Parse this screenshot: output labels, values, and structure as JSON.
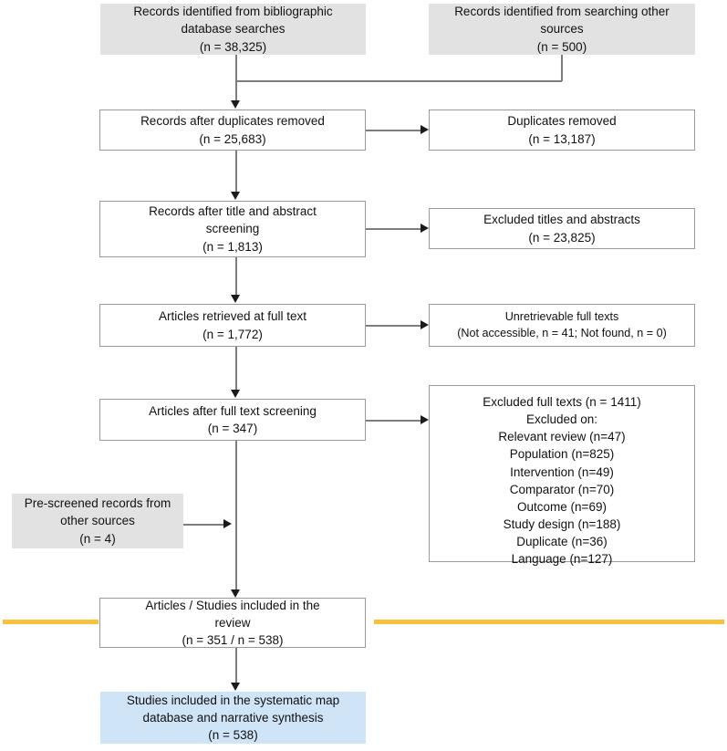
{
  "diagram": {
    "title": "PRISMA study selection flow diagram",
    "colors": {
      "box_grey": "#e2e2e2",
      "box_white": "#ffffff",
      "box_blue": "#cfe4f7",
      "box_border": "#9a9a9a",
      "connector": "#7d7d7d",
      "arrow": "#1a1a1a",
      "rule_orange": "#f8c13c"
    },
    "nodes": {
      "records_identified_database": {
        "lines": [
          "Records identified from bibliographic",
          "database searches",
          "(n = 38,325)"
        ]
      },
      "records_identified_other": {
        "lines": [
          "Records identified from searching other",
          "sources",
          "(n = 500)"
        ]
      },
      "records_after_duplicates": {
        "lines": [
          "Records after duplicates removed",
          "(n = 25,683)"
        ]
      },
      "duplicates_removed": {
        "lines": [
          "Duplicates removed",
          "(n = 13,187)"
        ]
      },
      "records_after_title_abstract": {
        "lines": [
          "Records after title and abstract",
          "screening",
          "(n = 1,813)"
        ]
      },
      "excluded_titles_abstracts": {
        "lines": [
          "Excluded titles and abstracts",
          "(n = 23,825)"
        ]
      },
      "articles_retrieved_full_text": {
        "lines": [
          "Articles retrieved at full text",
          "(n = 1,772)"
        ]
      },
      "unretrievable_full_texts": {
        "lines": [
          "Unretrievable full texts",
          "(Not accessible, n = 41; Not found, n = 0)"
        ]
      },
      "articles_after_full_text_screening": {
        "lines": [
          "Articles after full text screening",
          "(n = 347)"
        ]
      },
      "excluded_full_texts": {
        "header": "Excluded full texts (n = 1411)",
        "subheader": "Excluded on:",
        "reasons": [
          "Relevant review (n=47)",
          "Population (n=825)",
          "Intervention (n=49)",
          "Comparator (n=70)",
          "Outcome (n=69)",
          "Study design (n=188)",
          "Duplicate (n=36)",
          "Language (n=127)"
        ]
      },
      "pre_screened_records": {
        "lines": [
          "Pre-screened records from",
          "other sources",
          "(n = 4)"
        ]
      },
      "articles_studies_included": {
        "lines": [
          "Articles / Studies included in the",
          "review",
          "(n = 351 / n = 538)"
        ]
      },
      "studies_included_map": {
        "lines": [
          "Studies included in the systematic map",
          "database and narrative synthesis",
          "(n = 538)"
        ]
      }
    }
  }
}
